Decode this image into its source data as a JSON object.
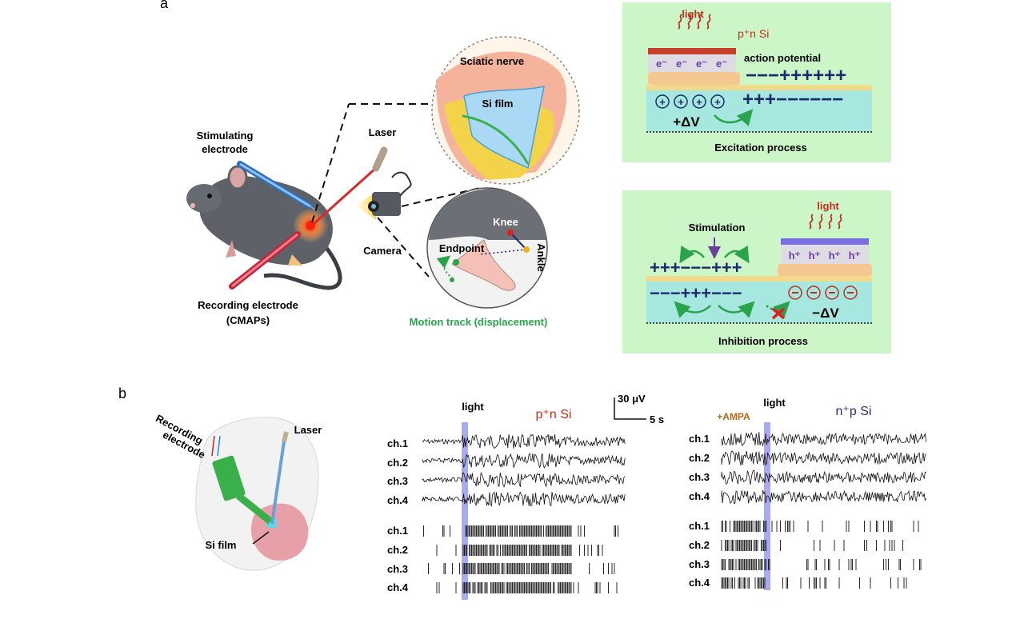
{
  "panel_a": {
    "letter": "a",
    "stimulating_electrode": [
      "Stimulating",
      "electrode"
    ],
    "laser": "Laser",
    "camera": "Camera",
    "recording_electrode": [
      "Recording electrode",
      "(CMAPs)"
    ],
    "sciatic_nerve": "Sciatic nerve",
    "si_film": "Si film",
    "knee": "Knee",
    "endpoint": "Endpoint",
    "ankle": "Ankle",
    "motion_track": "Motion track (displacement)",
    "excitation": {
      "light": "light",
      "material": "p⁺n Si",
      "electron": "e⁻",
      "action_potential": "action potential",
      "delta_v": "+ΔV",
      "title": "Excitation process"
    },
    "inhibition": {
      "light": "light",
      "stimulation": "Stimulation",
      "hole": "h⁺",
      "delta_v": "−ΔV",
      "title": "Inhibition process"
    }
  },
  "panel_b": {
    "letter": "b",
    "recording_electrode": [
      "Recording",
      "electrode"
    ],
    "laser": "Laser",
    "si_film": "Si film",
    "scale_bar": {
      "y": "30 μV",
      "x": "5 s"
    },
    "left": {
      "light": "light",
      "material": "p⁺n Si",
      "channels": [
        "ch.1",
        "ch.2",
        "ch.3",
        "ch.4"
      ]
    },
    "right": {
      "drug": "+AMPA",
      "light": "light",
      "material": "n⁺p Si",
      "channels": [
        "ch.1",
        "ch.2",
        "ch.3",
        "ch.4"
      ]
    }
  },
  "colors": {
    "panel_bg": "#ccf5c8",
    "green_text": "#2aa44a",
    "light_red": "#c0301f",
    "navy": "#1a2b6b",
    "purple": "#6b3fa0",
    "light_bar": "#aaaaee",
    "ampa": "#b06a1a"
  }
}
